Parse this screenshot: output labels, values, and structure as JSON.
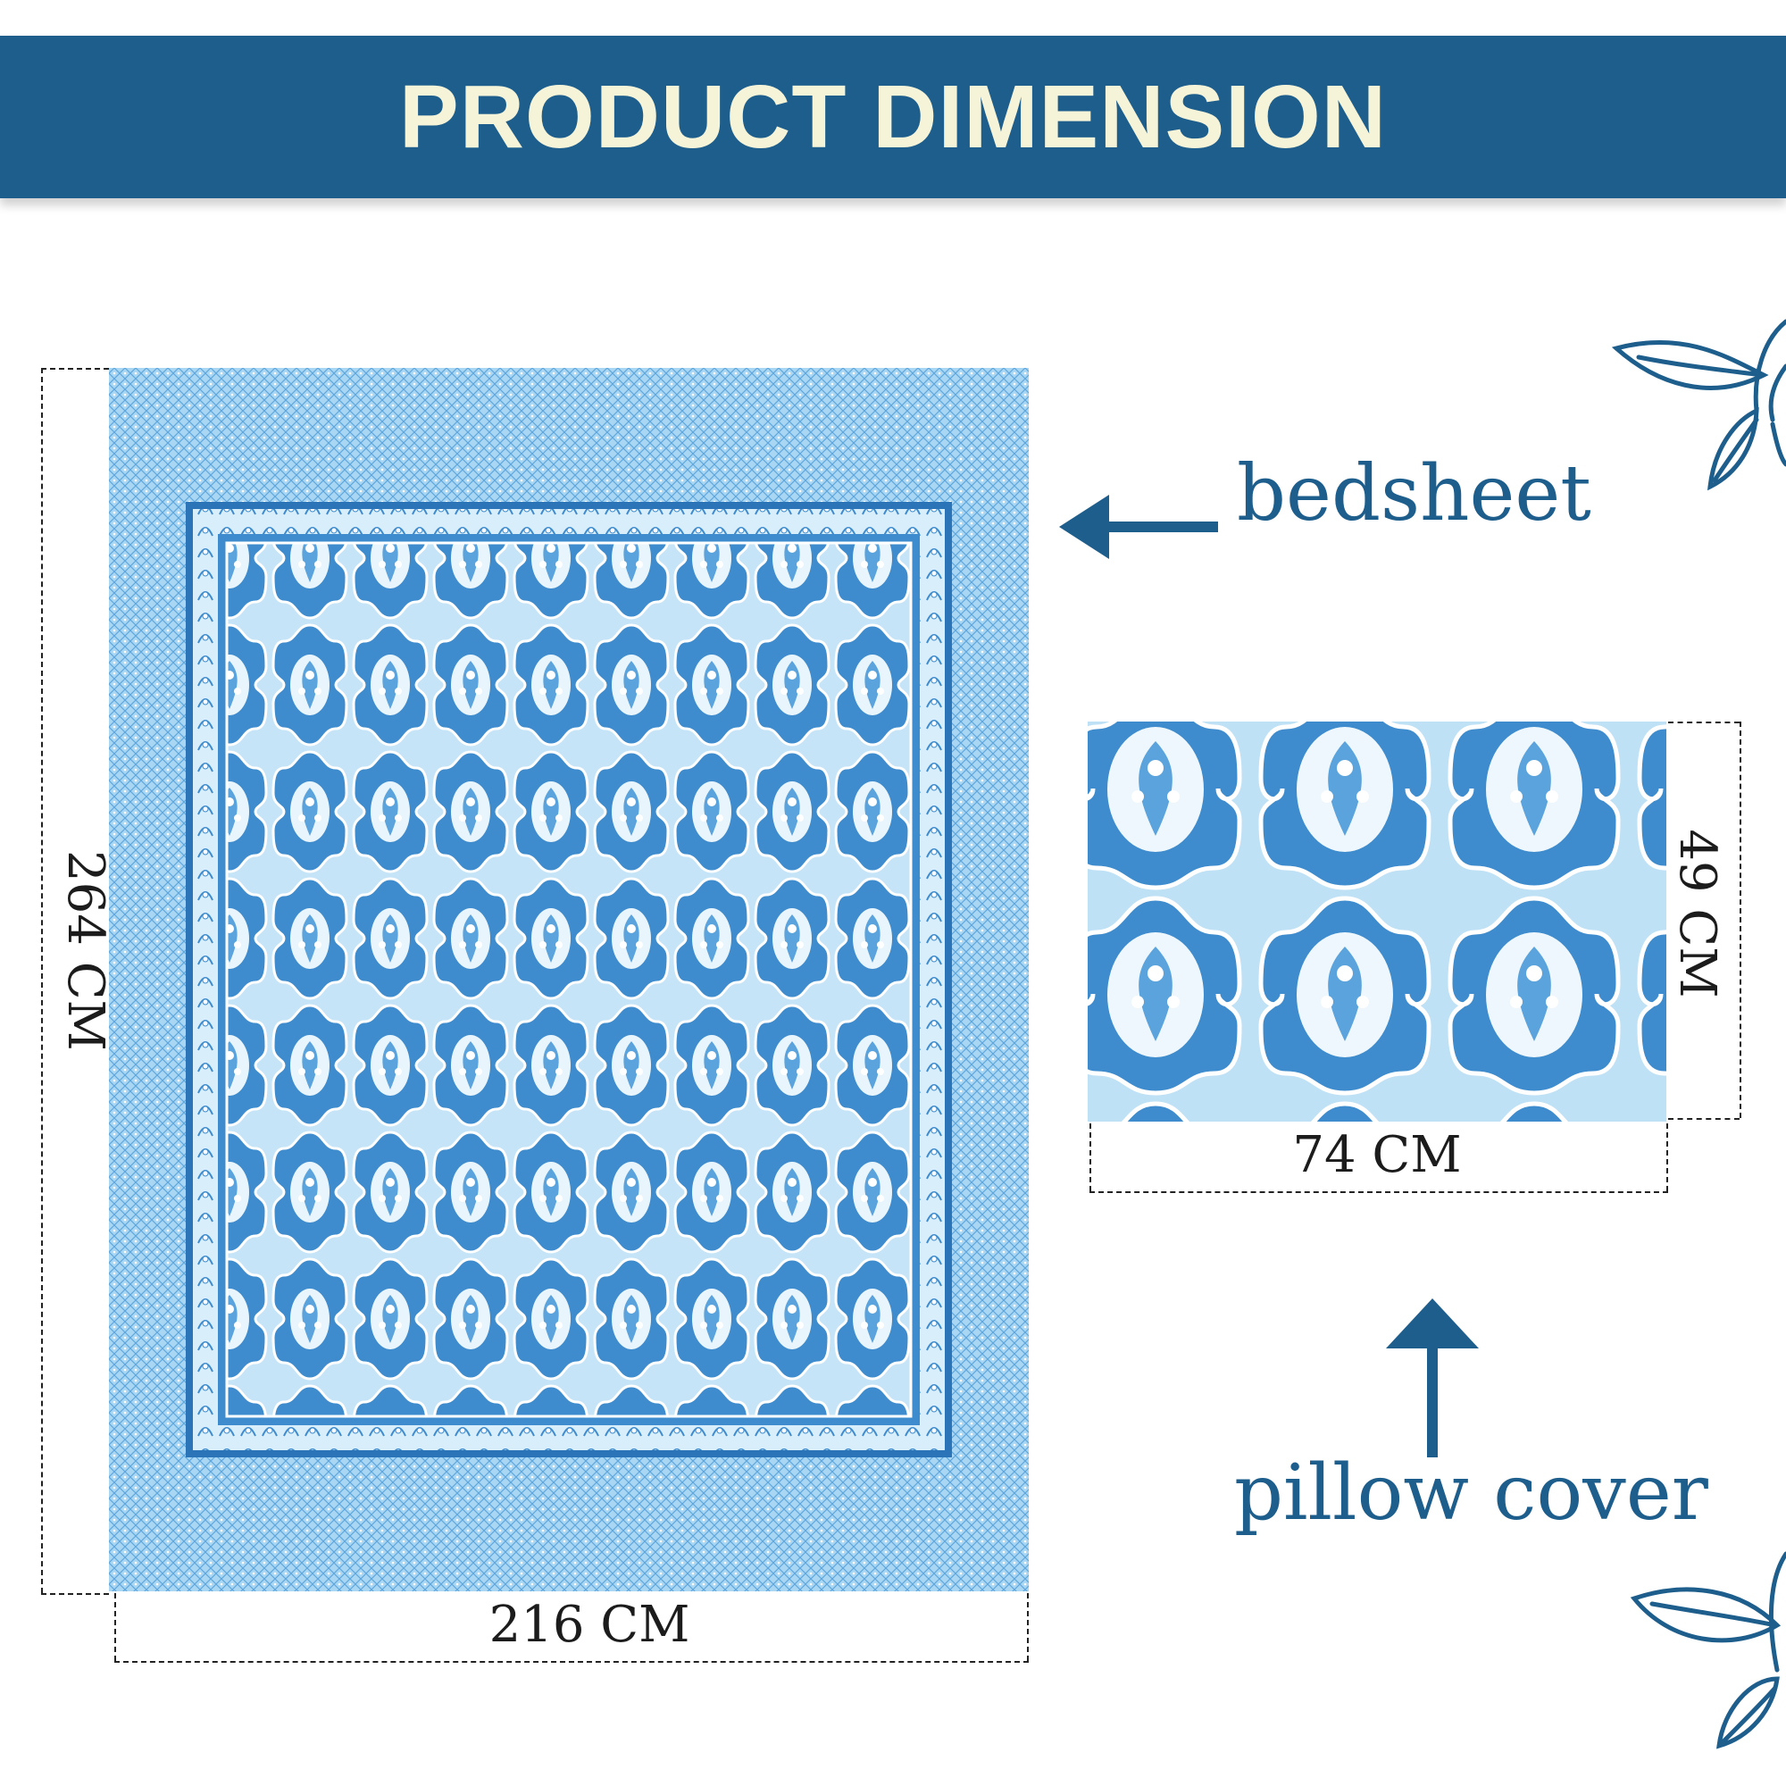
{
  "header": {
    "title": "PRODUCT DIMENSION"
  },
  "bedsheet": {
    "width_label": "216 CM",
    "height_label": "264 CM",
    "callout_label": "bedsheet"
  },
  "pillow": {
    "width_label": "74 CM",
    "height_label": "49 CM",
    "callout_label": "pillow cover"
  },
  "colors": {
    "banner": "#1d5e8c",
    "title_text": "#f5f3d8",
    "accent": "#1d5e8c",
    "fabric_light": "#a9d6f2",
    "fabric_mid": "#3e8ccd",
    "fabric_dark": "#2b74b8"
  },
  "icons": [
    "arrow-left-icon",
    "arrow-up-icon",
    "leaf-branch-icon"
  ]
}
